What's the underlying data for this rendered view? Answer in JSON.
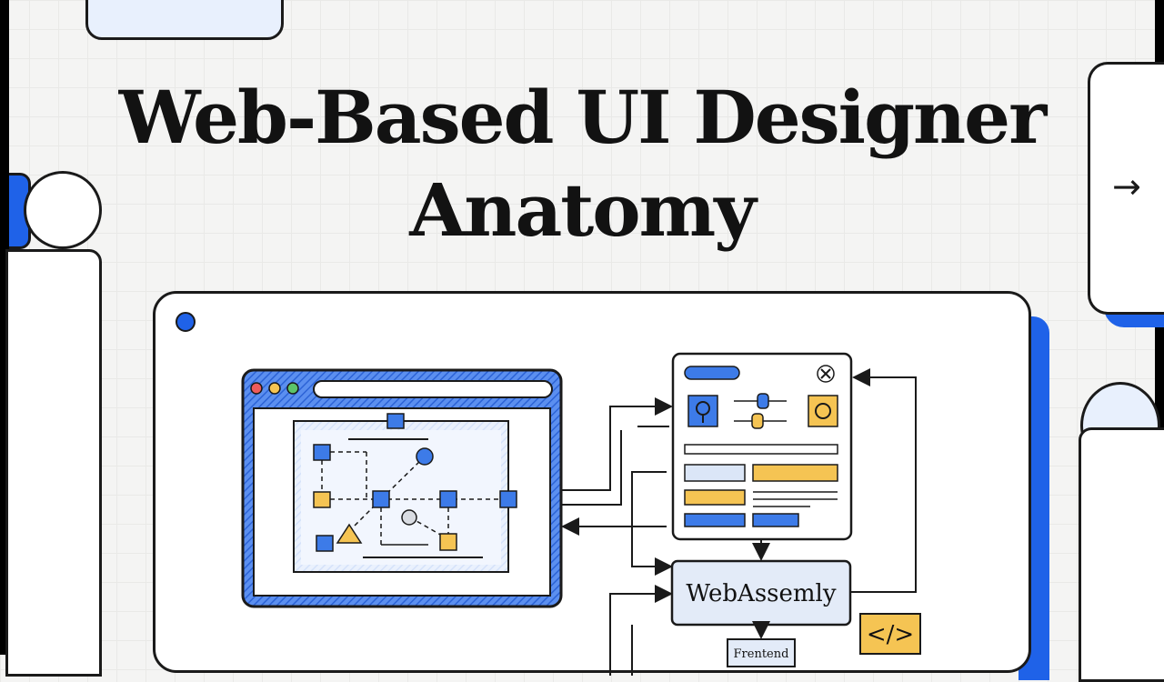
{
  "title": {
    "line1": "Web-Based UI Designer",
    "line2": "Anatomy"
  },
  "navigation": {
    "next_icon": "arrow-right-icon",
    "next_glyph": "→"
  },
  "diagram": {
    "runtime_label": "WebAssemly",
    "frontend_label": "Frentend",
    "code_icon_text": "</>",
    "close_glyph": "×"
  },
  "colors": {
    "accent_blue": "#1f62e8",
    "accent_yellow": "#f5c453",
    "ink": "#1a1a1a",
    "background": "#f4f4f3"
  }
}
